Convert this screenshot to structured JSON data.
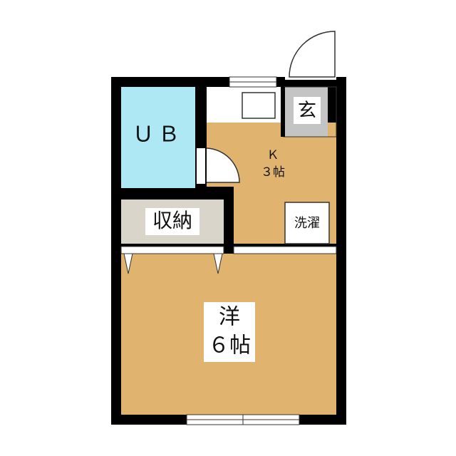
{
  "colors": {
    "wall": "#000000",
    "room_floor": "#e0b36f",
    "bath_floor": "#aee8f5",
    "closet_floor": "#d9d5ca",
    "entrance_floor": "#c4c4c4",
    "label_bg": "#ffffff"
  },
  "rooms": {
    "bath": {
      "label": "ＵＢ"
    },
    "entrance": {
      "label": "玄"
    },
    "kitchen": {
      "label_line1": "Ｋ",
      "label_line2": "３帖"
    },
    "closet": {
      "label": "収納"
    },
    "laundry": {
      "label": "洗濯"
    },
    "western": {
      "label_line1": "洋",
      "label_line2": "６帖"
    }
  }
}
